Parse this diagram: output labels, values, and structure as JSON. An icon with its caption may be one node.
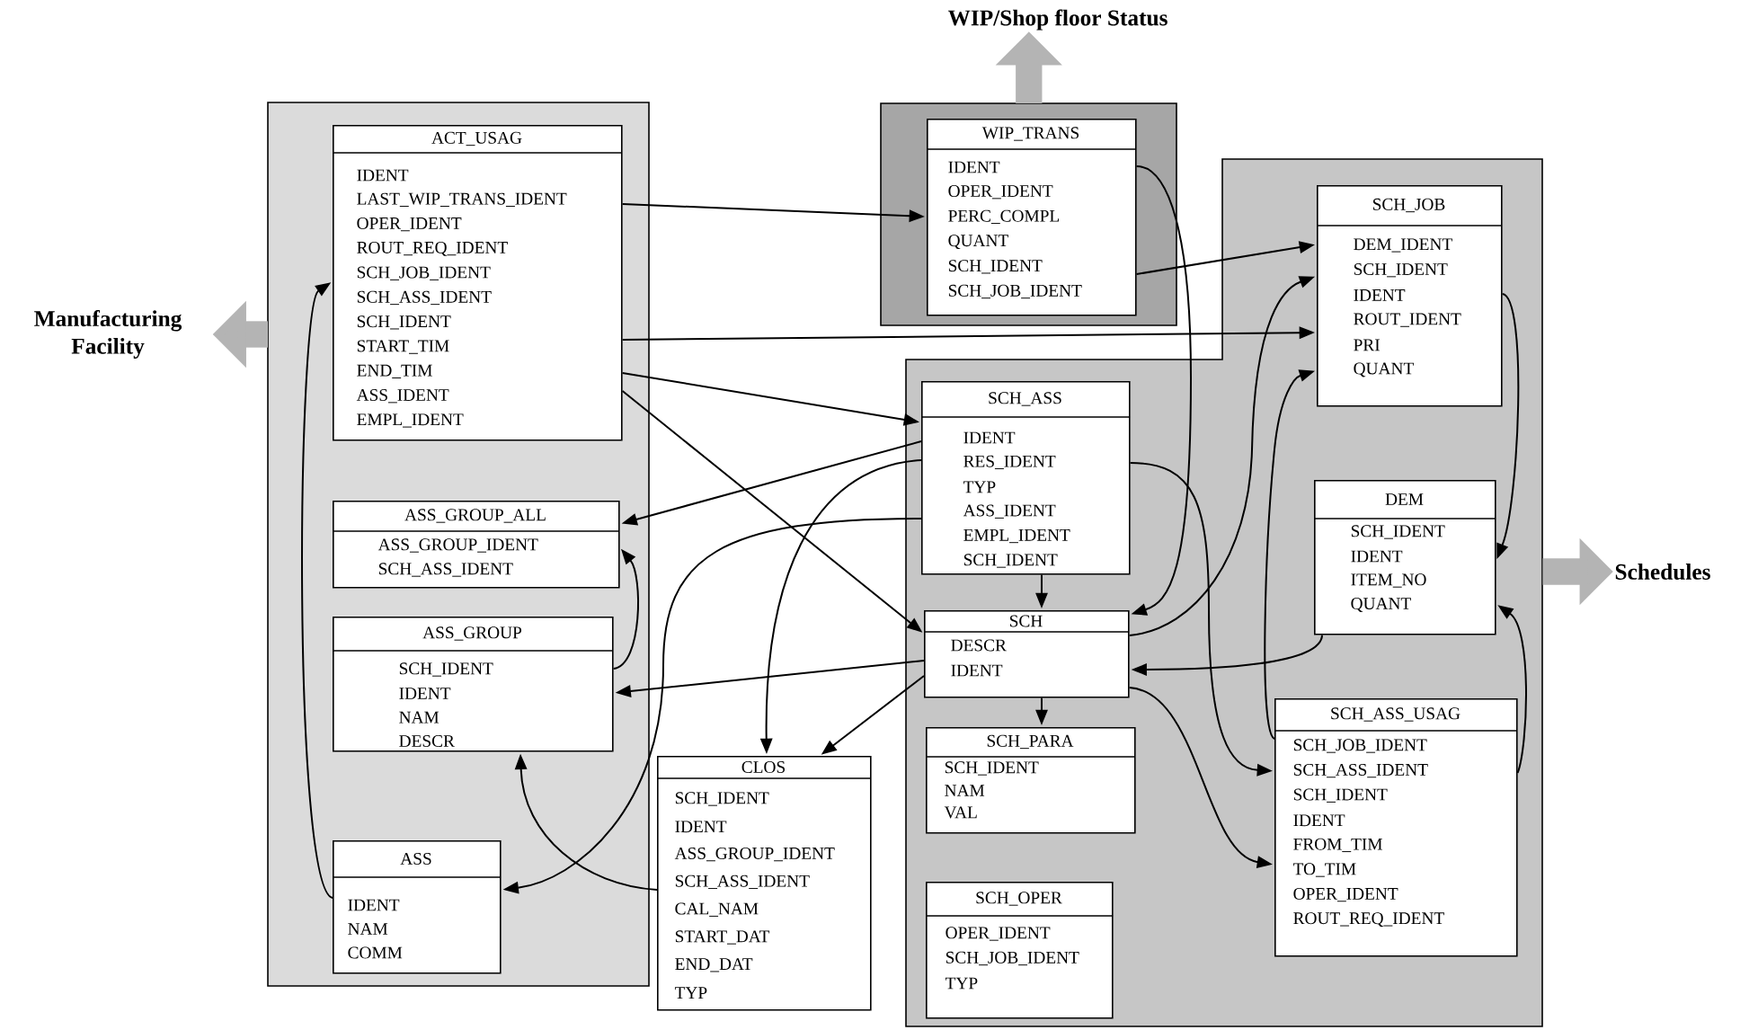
{
  "diagram": {
    "nodes": [
      {
        "text": [],
        "shape": "box"
      },
      {
        "text": [
          "ACT_USAG",
          "IDENT",
          "LAST_WIP_TRANS_IDENT",
          "OPER_IDENT",
          "ROUT_REQ_IDENT",
          "SCH_JOB_IDENT",
          "SCH_ASS_IDENT",
          "SCH_IDENT",
          "START_TIM",
          "END_TIM",
          "ASS_IDENT",
          "EMPL_IDENT"
        ],
        "in": 0
      },
      {
        "text": [
          "ASS_GROUP_ALL",
          "ASS_GROUP_IDENT",
          "SCH_ASS_IDENT"
        ],
        "in": 0
      },
      {
        "text": [
          "ASS_GROUP",
          "SCH_IDENT",
          "IDENT",
          "NAM",
          "DESCR"
        ],
        "in": 0
      },
      {
        "text": [
          "ASS",
          "IDENT",
          "NAM",
          "COMM"
        ],
        "in": 0
      },
      {
        "text": [],
        "shape": "box"
      },
      {
        "text": [
          "WIP_TRANS",
          "IDENT",
          "OPER_IDENT",
          "PERC_COMPL",
          "QUANT",
          "SCH_IDENT",
          "SCH_JOB_IDENT"
        ],
        "in": 5
      },
      {
        "text": [],
        "shape": "box"
      },
      {
        "text": [
          "SCH_ASS",
          "IDENT",
          "RES_IDENT",
          "TYP",
          "ASS_IDENT",
          "EMPL_IDENT",
          "SCH_IDENT"
        ],
        "in": 7
      },
      {
        "text": [
          "SCH_JOB",
          "DEM_IDENT",
          "SCH_IDENT",
          "IDENT",
          "ROUT_IDENT",
          "PRI",
          "QUANT"
        ],
        "in": 7
      },
      {
        "text": [
          "DEM",
          "SCH_IDENT",
          "IDENT",
          "ITEM_NO",
          "QUANT"
        ],
        "in": 7
      },
      {
        "text": [
          "SCH",
          "DESCR",
          "IDENT"
        ],
        "in": 7
      },
      {
        "text": [
          "SCH_PARA",
          "SCH_IDENT",
          "NAM",
          "VAL"
        ],
        "in": 7
      },
      {
        "text": [
          "SCH_ASS_USAG",
          "SCH_JOB_IDENT",
          "SCH_ASS_IDENT",
          "SCH_IDENT",
          "IDENT",
          "FROM_TIM",
          "TO_TIM",
          "OPER_IDENT",
          "ROUT_REQ_IDENT"
        ],
        "in": 7
      },
      {
        "text": [
          "SCH_OPER",
          "OPER_IDENT",
          "SCH_JOB_IDENT",
          "TYP"
        ],
        "in": 7
      },
      {
        "text": [
          "CLOS",
          "SCH_IDENT",
          "IDENT",
          "ASS_GROUP_IDENT",
          "SCH_ASS_IDENT",
          "CAL_NAM",
          "START_DAT",
          "END_DAT",
          "TYP"
        ]
      },
      {
        "text": [
          "Manufacturing Facility"
        ]
      },
      {
        "text": [
          "WIP/Shop floor Status"
        ]
      },
      {
        "text": [
          "Schedules"
        ]
      }
    ],
    "edges": [
      {
        "from": 1,
        "to": 6,
        "arrow": "to"
      },
      {
        "from": 1,
        "to": 9,
        "arrow": "to"
      },
      {
        "from": 1,
        "to": 8,
        "arrow": "to"
      },
      {
        "from": 1,
        "to": 11,
        "arrow": "to"
      },
      {
        "from": 4,
        "to": 1,
        "arrow": "to"
      },
      {
        "from": 8,
        "to": 2,
        "arrow": "to"
      },
      {
        "from": 3,
        "to": 2,
        "arrow": "to"
      },
      {
        "from": 11,
        "to": 3,
        "arrow": "to"
      },
      {
        "from": 8,
        "to": 4,
        "arrow": "to"
      },
      {
        "from": 8,
        "to": 15,
        "arrow": "to"
      },
      {
        "from": 11,
        "to": 15,
        "arrow": "to"
      },
      {
        "from": 15,
        "to": 3,
        "arrow": "to"
      },
      {
        "from": 8,
        "to": 11,
        "arrow": "to"
      },
      {
        "from": 11,
        "to": 12,
        "arrow": "to"
      },
      {
        "from": 6,
        "to": 9,
        "arrow": "to"
      },
      {
        "from": 6,
        "to": 11,
        "arrow": "to"
      },
      {
        "from": 8,
        "to": 13,
        "arrow": "to"
      },
      {
        "from": 11,
        "to": 13,
        "arrow": "to"
      },
      {
        "from": 11,
        "to": 9,
        "arrow": "to"
      },
      {
        "from": 13,
        "to": 9,
        "arrow": "to"
      },
      {
        "from": 10,
        "to": 11,
        "arrow": "to"
      },
      {
        "from": 9,
        "to": 10,
        "arrow": "to"
      },
      {
        "from": 13,
        "to": 10,
        "arrow": "to"
      },
      {
        "from": 0,
        "to": 16,
        "arrow": "to",
        "style": "thick",
        "color": "#b4b4b4"
      },
      {
        "from": 5,
        "to": 17,
        "arrow": "to",
        "style": "thick",
        "color": "#b4b4b4"
      },
      {
        "from": 7,
        "to": 18,
        "arrow": "to",
        "style": "thick",
        "color": "#b4b4b4"
      }
    ]
  }
}
